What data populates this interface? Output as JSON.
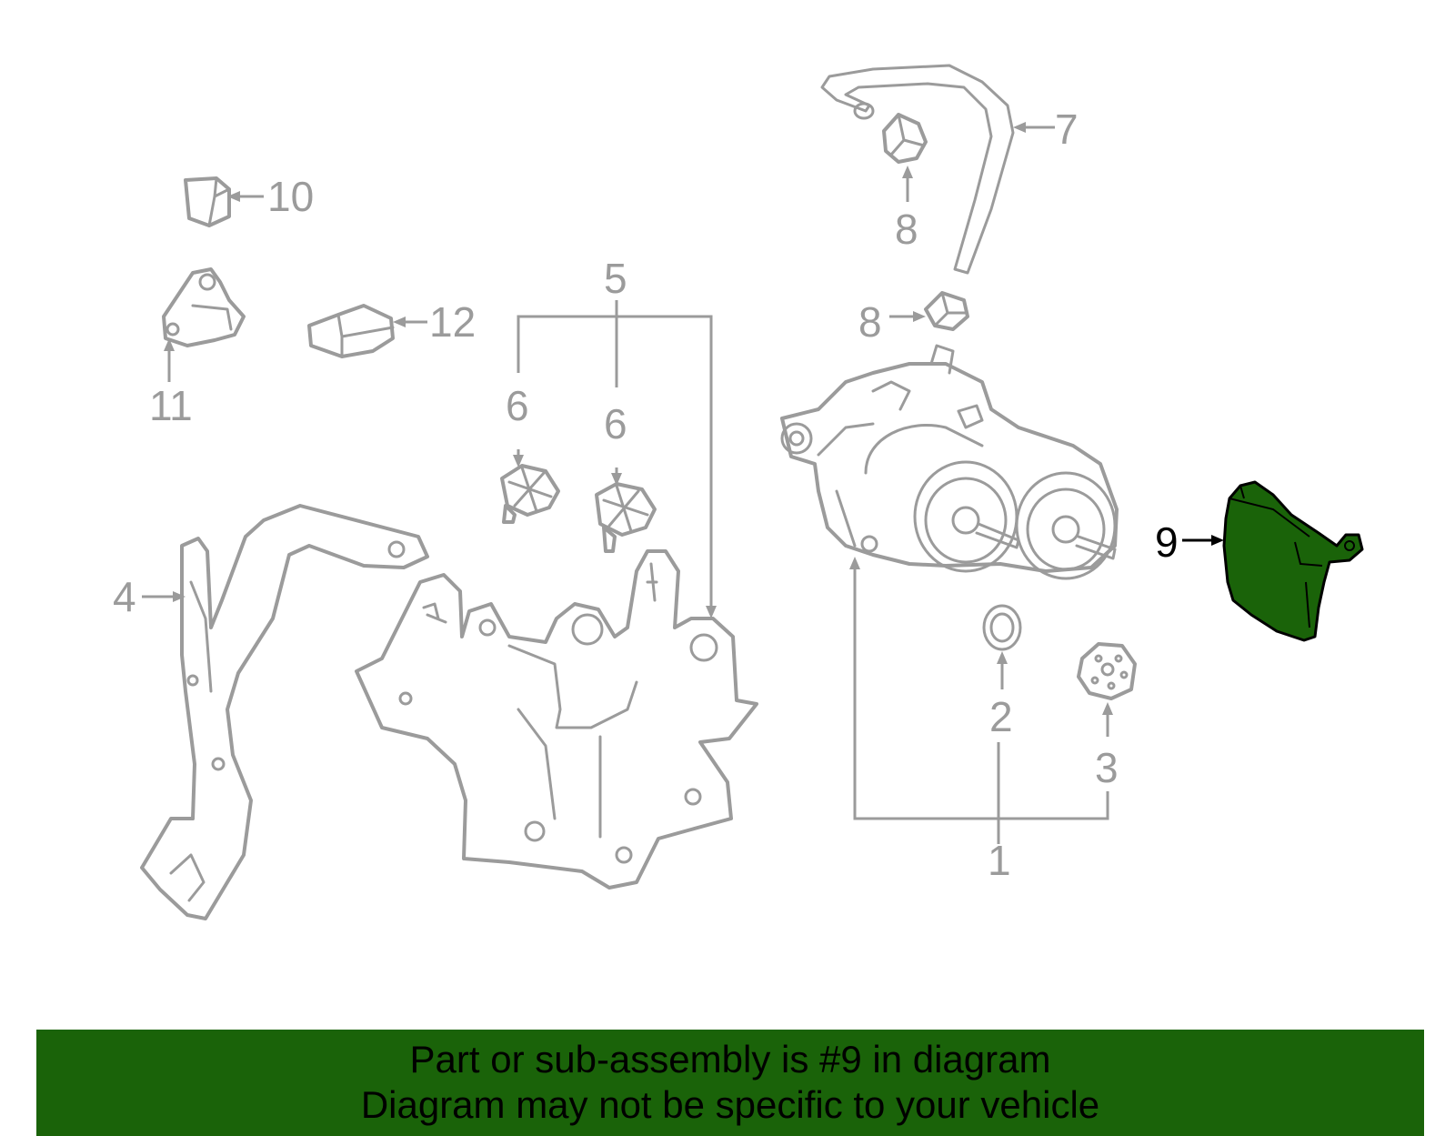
{
  "callouts": {
    "c1": "1",
    "c2": "2",
    "c3": "3",
    "c4": "4",
    "c5": "5",
    "c6a": "6",
    "c6b": "6",
    "c7": "7",
    "c8a": "8",
    "c8b": "8",
    "c9": "9",
    "c10": "10",
    "c11": "11",
    "c12": "12"
  },
  "highlight": {
    "part": "9",
    "color": "#1a6309"
  },
  "banner": {
    "line1": "Part or sub-assembly is #9 in diagram",
    "line2": "Diagram may not be specific to your vehicle",
    "background": "#1a6309"
  }
}
